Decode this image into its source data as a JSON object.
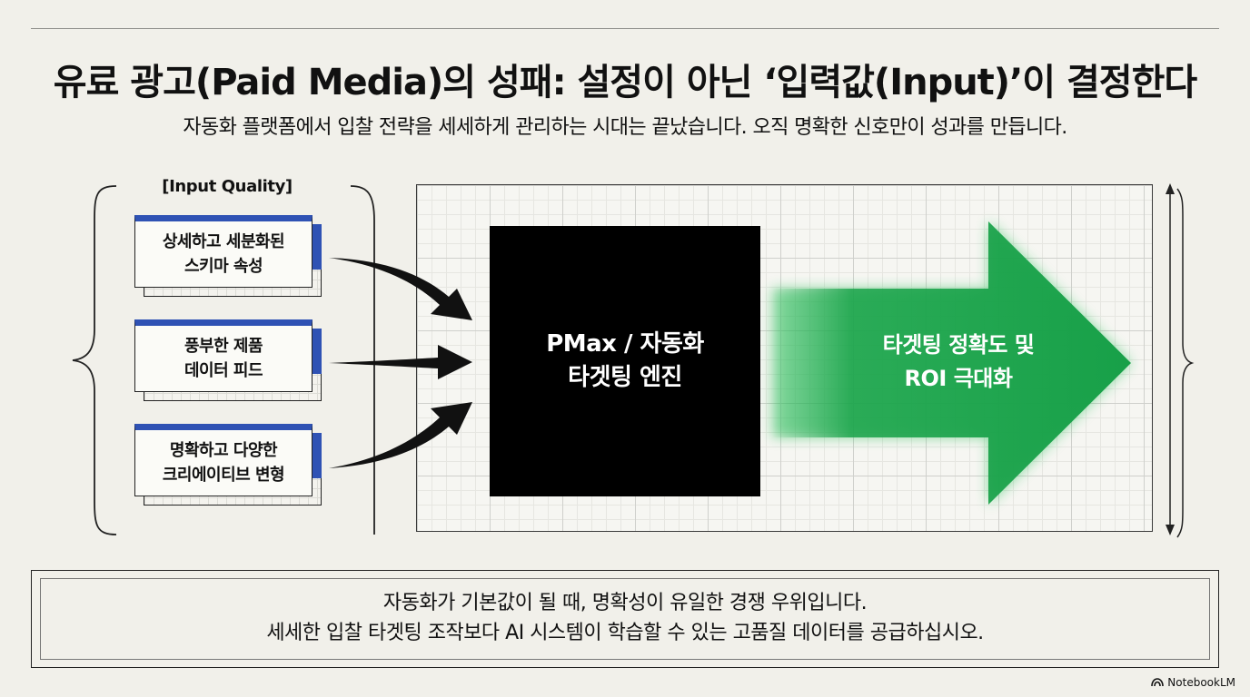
{
  "header": {
    "title": "유료 광고(Paid Media)의 성패: 설정이 아닌 ‘입력값(Input)’이 결정한다",
    "subtitle": "자동화 플랫폼에서 입찰 전략을 세세하게 관리하는 시대는 끝났습니다. 오직 명확한 신호만이 성과를 만듭니다."
  },
  "inputs": {
    "heading": "[Input Quality]",
    "cards": [
      {
        "line1": "상세하고 세분화된",
        "line2": "스키마 속성"
      },
      {
        "line1": "풍부한 제품",
        "line2": "데이터 피드"
      },
      {
        "line1": "명확하고 다양한",
        "line2": "크리에이티브 변형"
      }
    ]
  },
  "engine": {
    "line1": "PMax / 자동화",
    "line2": "타겟팅 엔진"
  },
  "result": {
    "line1": "타겟팅 정확도 및",
    "line2": "ROI 극대화"
  },
  "footer": {
    "line1": "자동화가 기본값이 될 때, 명확성이 유일한 경쟁 우위입니다.",
    "line2": "세세한 입찰 타겟팅 조작보다 AI 시스템이 학습할 수 있는 고품질 데이터를 공급하십시오."
  },
  "brand": {
    "name": "NotebookLM",
    "icon": "notebooklm-logo-icon"
  },
  "colors": {
    "accent_blue": "#2f52b4",
    "result_green": "#1aa34a",
    "background": "#f1f0ea"
  }
}
